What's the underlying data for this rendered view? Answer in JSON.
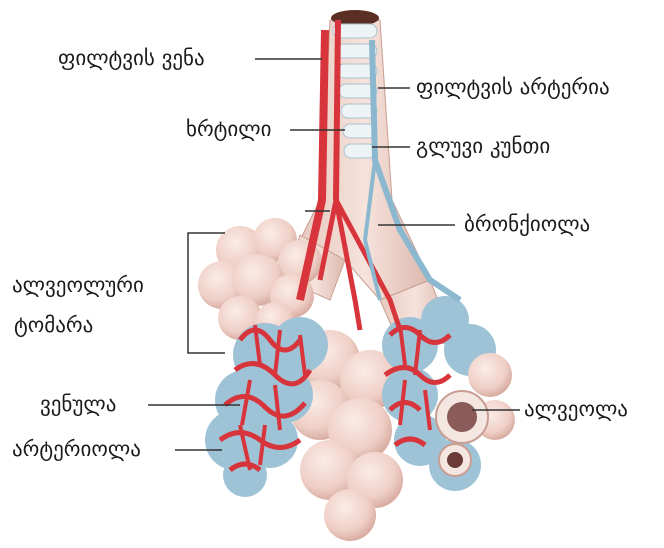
{
  "labels": {
    "pulmonary_vein": "ფილტვის ვენა",
    "pulmonary_artery": "ფილტვის არტერია",
    "cartilage": "ხრტილი",
    "smooth_muscle": "გლუვი კუნთი",
    "bronchiole": "ბრონქიოლა",
    "alveolar_sac_line1": "ალვეოლური",
    "alveolar_sac_line2": "ტომარა",
    "venule": "ვენულა",
    "alveolus": "ალვეოლა",
    "arteriole": "არტერიოლა"
  },
  "colors": {
    "vein": "#d8343c",
    "artery": "#8bb8cf",
    "alveoli": "#f2d7d0",
    "cartilage": "#eef3f6",
    "leader": "#333333"
  }
}
